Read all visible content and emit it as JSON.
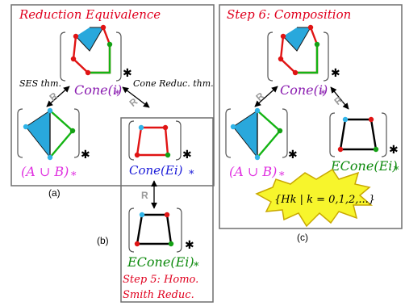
{
  "colors": {
    "panel_border": "#6f6f6f",
    "title_red": "#e0001e",
    "cone_purple": "#8a1cb0",
    "cone_blue": "#1a1ad8",
    "cone_green": "#0e8a0e",
    "union_magenta": "#e030e0",
    "fill_cyan": "#29a8dc",
    "edge_red": "#e01414",
    "edge_green": "#14b414",
    "vertex_red": "#e01414",
    "vertex_green": "#14a014",
    "vertex_cyan": "#30b4e8",
    "burst_fill": "#f7f52c",
    "burst_stroke": "#c8a800"
  },
  "panel_a": {
    "title": "Reduction Equivalence",
    "caption": "(a)",
    "cone_i": "Cone(i)",
    "union": "(A ∪ B)",
    "cone_ei": "Cone(Ei)",
    "ses": "SES thm.",
    "cone_reduc": "Cone Reduc. thm."
  },
  "panel_b": {
    "caption": "(b)",
    "econe": "ECone(Ei)",
    "step5_line1": "Step 5: Homo.",
    "step5_line2": "Smith Reduc."
  },
  "panel_c": {
    "title": "Step 6: Composition",
    "caption": "(c)",
    "cone_i": "Cone(i)",
    "union": "(A ∪ B)",
    "econe": "ECone(Ei)",
    "burst": "{Hk | k = 0,1,2,...}"
  },
  "symbols": {
    "star": "✱",
    "r": "R",
    "asterisk": "*"
  }
}
